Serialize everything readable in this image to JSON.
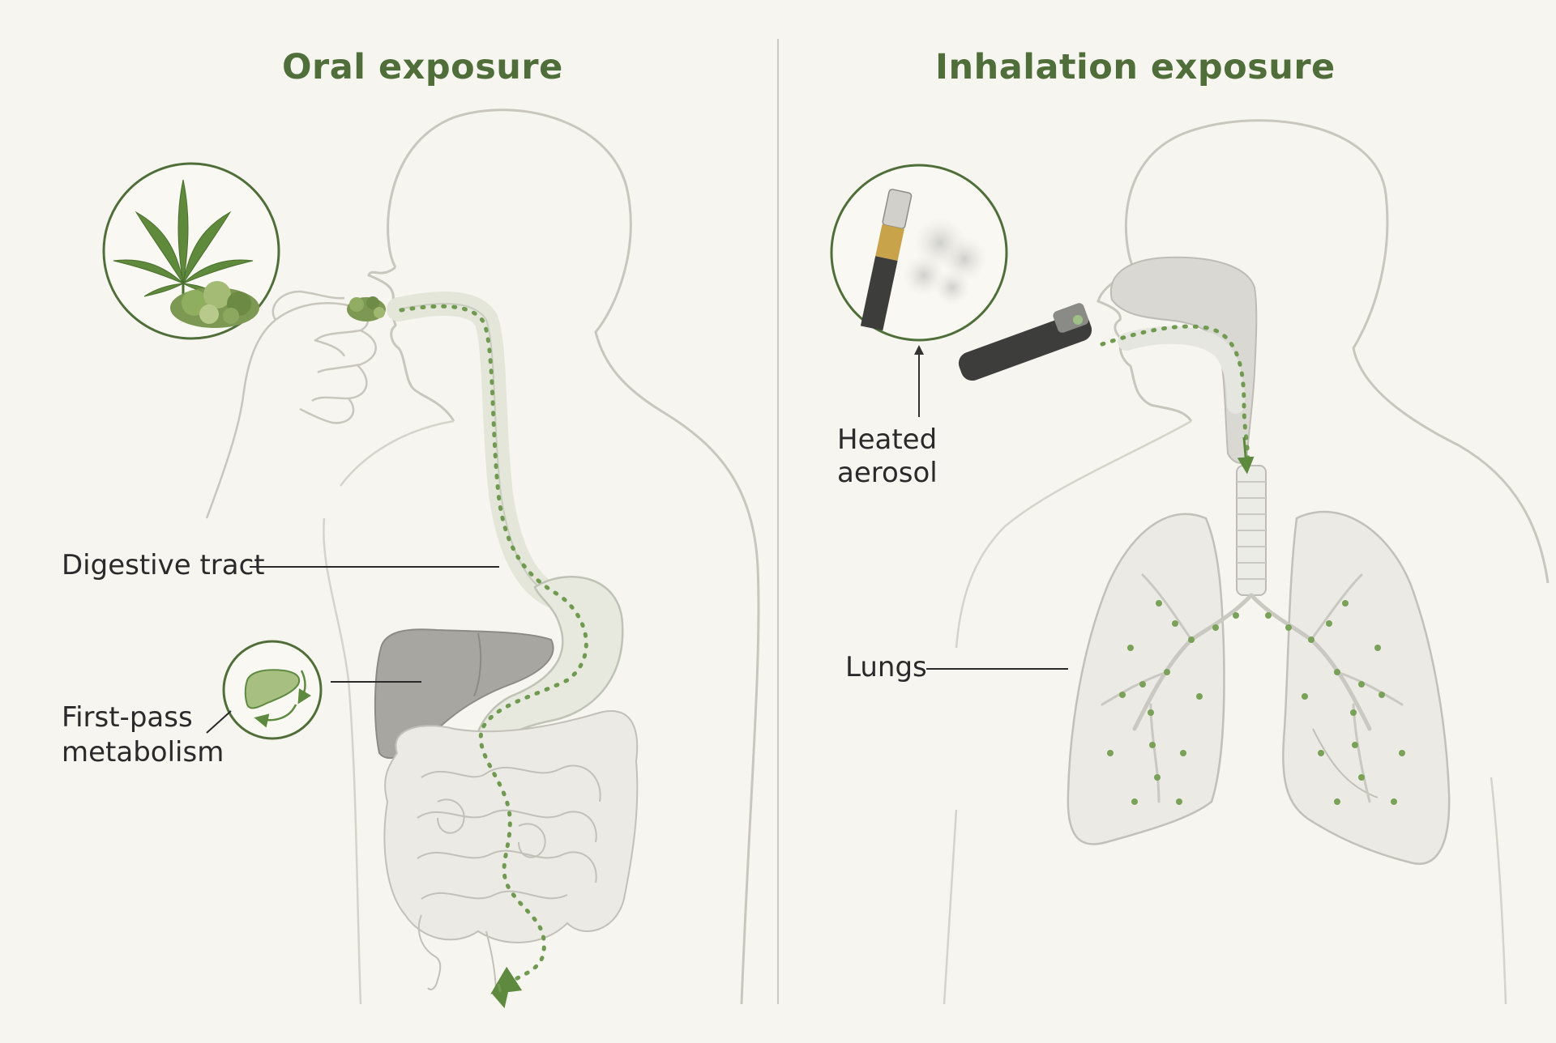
{
  "panels": {
    "oral": {
      "title": "Oral exposure",
      "labels": {
        "digestive_tract": "Digestive tract",
        "first_pass_line1": "First-pass",
        "first_pass_line2": "metabolism"
      }
    },
    "inhalation": {
      "title": "Inhalation exposure",
      "labels": {
        "heated_line1": "Heated",
        "heated_line2": "aerosol",
        "lungs": "Lungs"
      }
    }
  },
  "colors": {
    "background": "#f7f5ef",
    "accent_green": "#4f6e3a",
    "pathway_green": "#6f9a4f",
    "outline_gray": "#c9c6bd",
    "organ_gray": "#e8e6df"
  }
}
